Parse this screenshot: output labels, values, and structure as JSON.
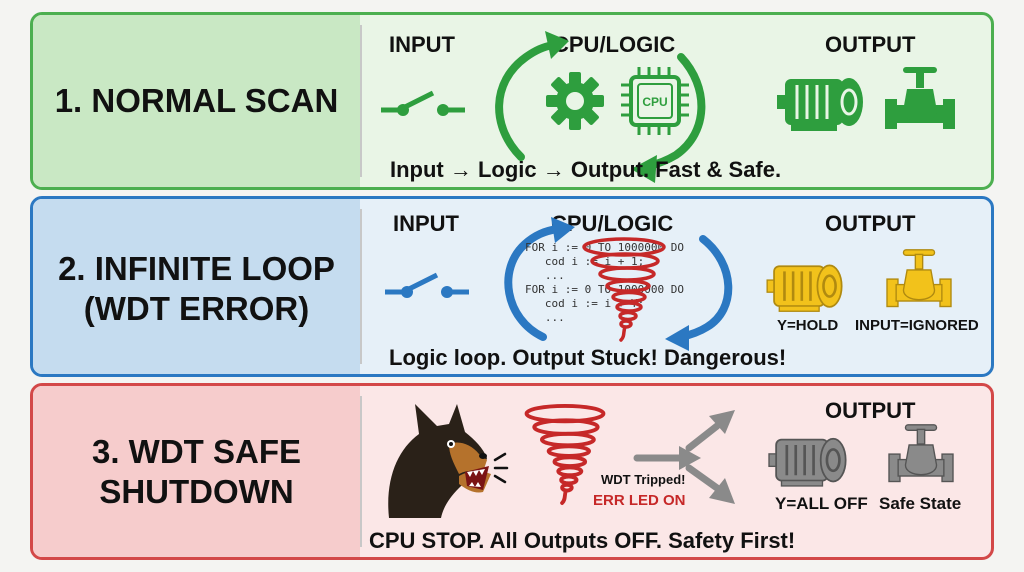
{
  "panel1": {
    "title": "1. NORMAL SCAN",
    "input_label": "INPUT",
    "cpu_label": "CPU/LOGIC",
    "output_label": "OUTPUT",
    "chip_text": "CPU",
    "caption": "Input → Logic → Output.  Fast & Safe.",
    "color": "#2e9e3e"
  },
  "panel2": {
    "title_line1": "2. INFINITE LOOP",
    "title_line2": "(WDT ERROR)",
    "input_label": "INPUT",
    "cpu_label": "CPU/LOGIC",
    "output_label": "OUTPUT",
    "code_lines": [
      "FOR i := 0 TO 1000000 DO",
      "   cod i := i + 1;",
      "   ...",
      "FOR i := 0 TO 1000000 DO",
      "   cod i := i + Y;",
      "   ..."
    ],
    "motor_caption": "Y=HOLD",
    "valve_caption": "INPUT=IGNORED",
    "caption": "Logic loop. Output Stuck! Dangerous!",
    "color": "#2b78c2",
    "stuck_color": "#f2c21b"
  },
  "panel3": {
    "title_line1": "3. WDT SAFE",
    "title_line2": "SHUTDOWN",
    "output_label": "OUTPUT",
    "tripped_text": "WDT Tripped!",
    "err_text": "ERR LED ON",
    "motor_caption": "Y=ALL OFF",
    "valve_caption": "Safe State",
    "caption": "CPU STOP. All Outputs OFF. Safety First!",
    "color": "#d32f2f",
    "off_color": "#8a8a8a"
  }
}
